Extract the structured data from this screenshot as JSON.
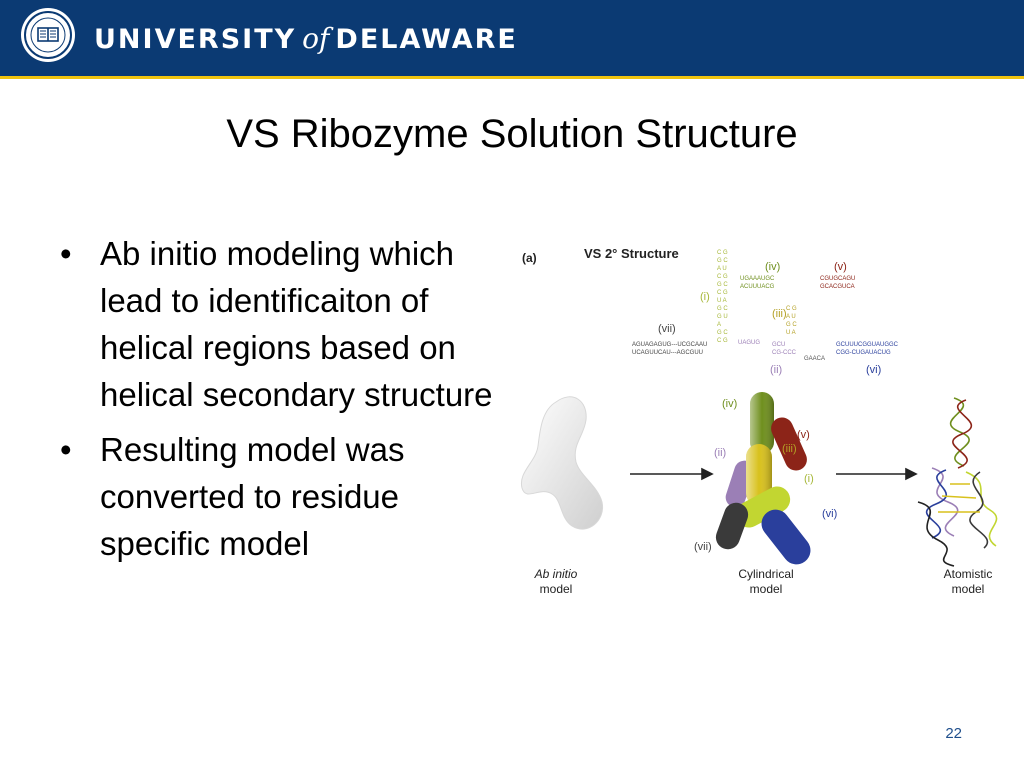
{
  "header": {
    "brand_left": "UNIVERSITY",
    "brand_of": "of",
    "brand_right": "DELAWARE",
    "accent_color": "#f1c40f",
    "banner_color": "#0b3a73"
  },
  "slide": {
    "title": "VS Ribozyme Solution Structure",
    "bullets": [
      "Ab initio modeling which lead to identificaiton of helical regions based on helical secondary structure",
      "Resulting model was converted to residue specific model"
    ],
    "page_number": "22"
  },
  "figure": {
    "panel_label": "(a)",
    "structure_title": "VS 2° Structure",
    "helix_labels": [
      "(iv)",
      "(v)",
      "(i)",
      "(iii)",
      "(vii)",
      "(ii)",
      "(vi)"
    ],
    "cylinder_labels": [
      "(iv)",
      "(v)",
      "(ii)",
      "(iii)",
      "(i)",
      "(vi)",
      "(vii)"
    ],
    "captions": {
      "ab_initio_1": "Ab initio",
      "ab_initio_2": "model",
      "cylindrical_1": "Cylindrical",
      "cylindrical_2": "model",
      "atomistic_1": "Atomistic",
      "atomistic_2": "model"
    },
    "helix_colors": {
      "i": "#c2d631",
      "ii": "#9b7fb6",
      "iii": "#d8c11d",
      "iv": "#6f8f1e",
      "v": "#8c2418",
      "vi": "#2a3f9c",
      "vii": "#3a3a3a"
    }
  }
}
